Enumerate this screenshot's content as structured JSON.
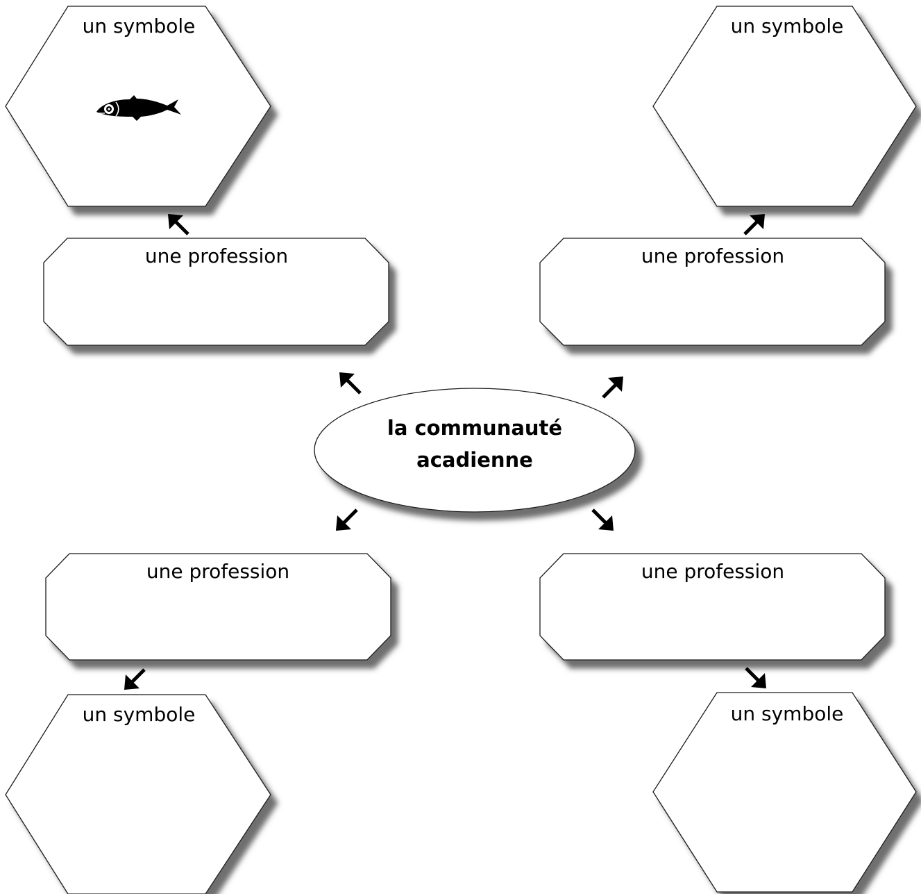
{
  "center": {
    "line1": "la communauté",
    "line2": "acadienne"
  },
  "professions": {
    "top_left": "une profession",
    "top_right": "une profession",
    "bottom_left": "une profession",
    "bottom_right": "une profession"
  },
  "symbols": {
    "top_left": "un symbole",
    "top_right": "un symbole",
    "bottom_left": "un symbole",
    "bottom_right": "un symbole"
  },
  "symbol_icons": {
    "top_left": "fish-icon"
  },
  "colors": {
    "stroke": "#1a1a1a",
    "shadow": "#555555",
    "fill": "#ffffff",
    "text": "#000000"
  }
}
